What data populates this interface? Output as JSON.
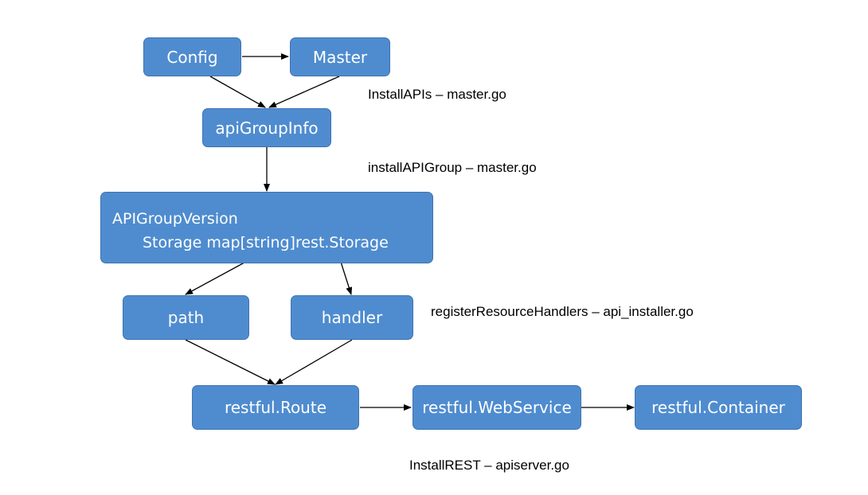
{
  "nodes": {
    "config": "Config",
    "master": "Master",
    "api_group_info": "apiGroupInfo",
    "api_group_version_title": "APIGroupVersion",
    "api_group_version_storage": "Storage map[string]rest.Storage",
    "path": "path",
    "handler": "handler",
    "restful_route": "restful.Route",
    "restful_webservice": "restful.WebService",
    "restful_container": "restful.Container"
  },
  "annotations": {
    "install_apis": "InstallAPIs – master.go",
    "install_api_group": "installAPIGroup – master.go",
    "register_resource_handlers": "registerResourceHandlers  – api_installer.go",
    "install_rest": "InstallREST – apiserver.go"
  },
  "colors": {
    "node_fill": "#4f8ccf",
    "node_border": "#3d74b0",
    "node_text": "#ffffff",
    "edge": "#000000"
  }
}
